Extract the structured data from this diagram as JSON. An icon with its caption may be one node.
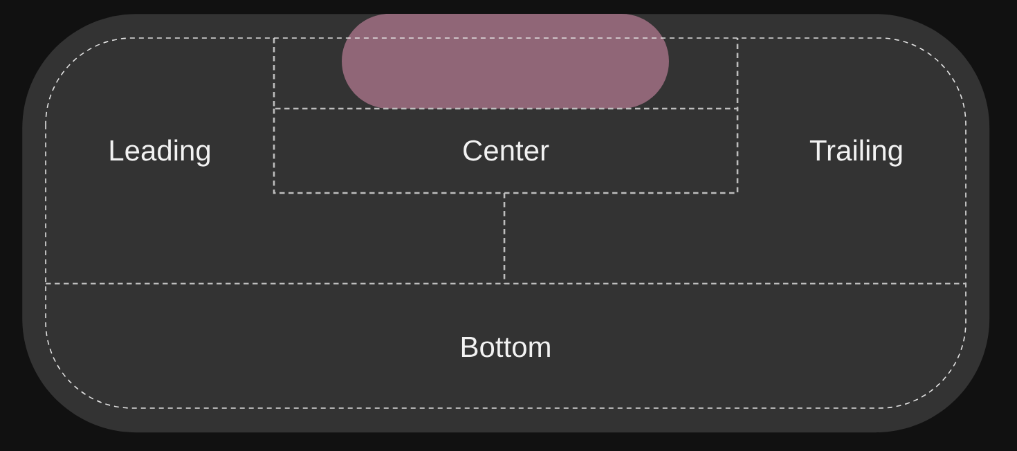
{
  "diagram": {
    "nodes": [
      {
        "text": [],
        "shape": "box"
      },
      {
        "text": [
          "Leading"
        ],
        "in": 0
      },
      {
        "text": [],
        "shape": "box",
        "in": 0
      },
      {
        "text": [
          "Center"
        ],
        "in": 0
      },
      {
        "text": [
          "Trailing"
        ],
        "in": 0
      },
      {
        "text": [
          "Bottom"
        ],
        "in": 0
      }
    ]
  }
}
